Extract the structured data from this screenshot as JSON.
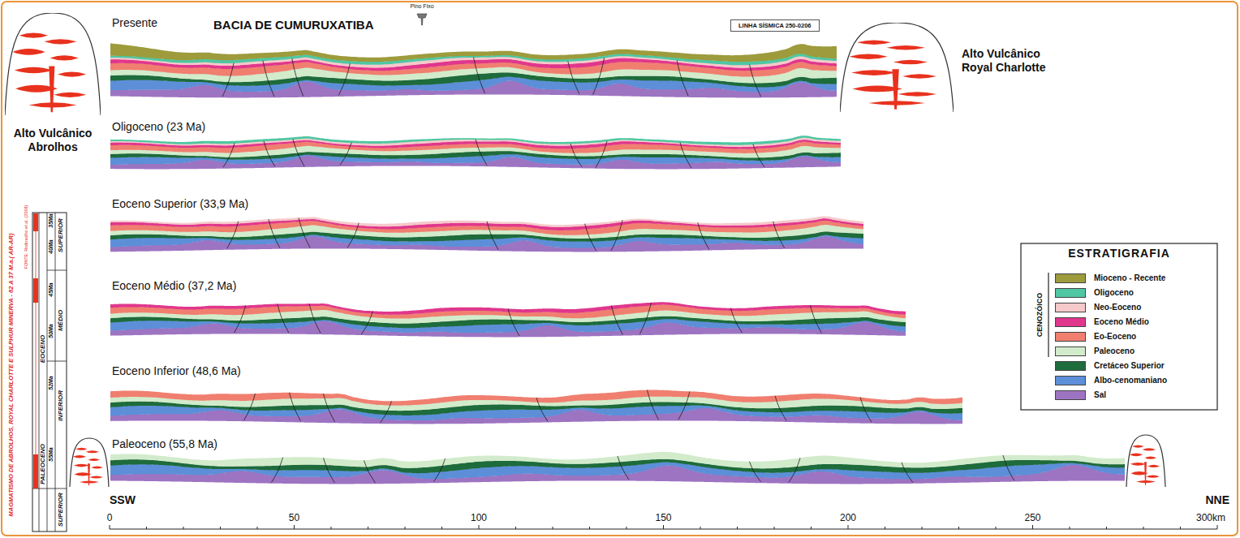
{
  "diagram": {
    "title": "BACIA DE CUMURUXATIBA",
    "nodes": [
      {
        "text": [
          "Alto Vulcânico Abrolhos"
        ]
      },
      {
        "text": [
          "LINHA SÍSMICA 250-0206"
        ]
      },
      {
        "text": [
          "Alto Vulcânico Royal Charlotte"
        ]
      }
    ],
    "labels": [
      "Presente",
      "Pino Fixo",
      "Oligoceno (23 Ma)",
      "Eoceno Superior (33,9 Ma)",
      "Eoceno Médio (37,2 Ma)",
      "Eoceno Inferior (48,6 Ma)",
      "Paleoceno (55,8 Ma)",
      "ESTRATIGRAFIA",
      "CENOZÓICO",
      "MAGMATISMO DE ABROLHOS, ROYAL CHARLOTTE E SULPHUR MINERVA - 62 A 37 M.a.( AR-AR)",
      "FONTE: Rodovalho et al. (2008)",
      "35Ma",
      "SUPERIOR",
      "40Ma",
      "45Ma",
      "MÉDIO",
      "EOCENO",
      "50Ma",
      "52Ma",
      "INFERIOR",
      "55Ma",
      "PALEOCENO",
      "SUPERIOR",
      "SSW",
      "NNE",
      "0",
      "50",
      "100",
      "150",
      "200",
      "250",
      "300km"
    ],
    "legend": [
      {
        "text": "Mioceno - Recente",
        "color": "#9d9b3c"
      },
      {
        "text": "Oligoceno",
        "color": "#4fc7a2"
      },
      {
        "text": "Neo-Eoceno",
        "color": "#f6c9cb"
      },
      {
        "text": "Eoceno Médio",
        "color": "#e0378c"
      },
      {
        "text": "Eo-Eoceno",
        "color": "#f07f70"
      },
      {
        "text": "Paleoceno",
        "color": "#d2ebcb"
      },
      {
        "text": "Cretáceo Superior",
        "color": "#1e6b3c"
      },
      {
        "text": "Albo-cenomaniano",
        "color": "#5c8fd8"
      },
      {
        "text": "Sal",
        "color": "#9d74c2"
      }
    ]
  }
}
